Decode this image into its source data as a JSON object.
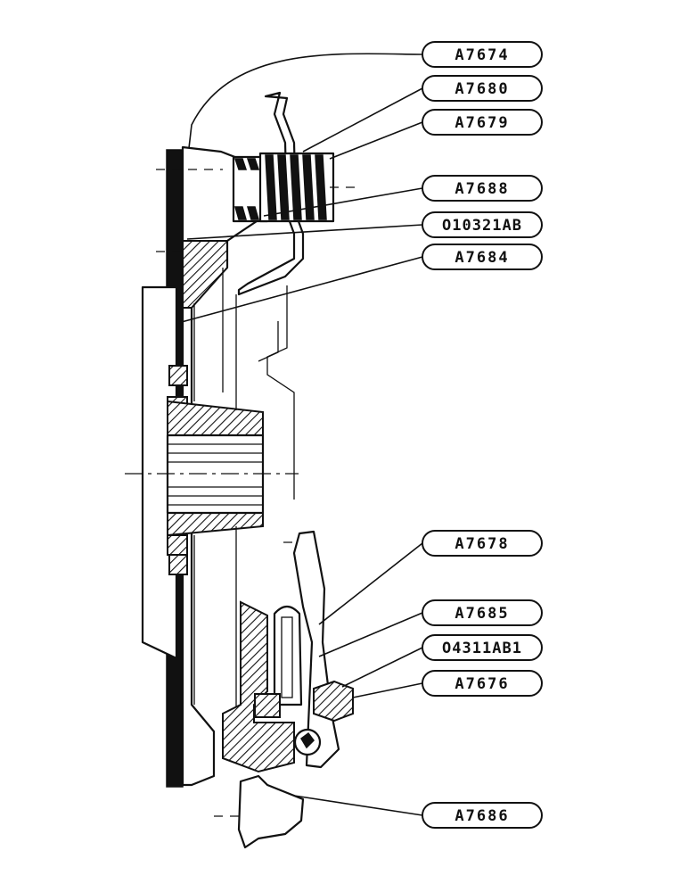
{
  "labels": [
    {
      "id": "a7674",
      "text": "A7674"
    },
    {
      "id": "a7680",
      "text": "A7680"
    },
    {
      "id": "a7679",
      "text": "A7679"
    },
    {
      "id": "a7688",
      "text": "A7688"
    },
    {
      "id": "o10321ab",
      "text": "O10321AB"
    },
    {
      "id": "a7684",
      "text": "A7684"
    },
    {
      "id": "a7678",
      "text": "A7678"
    },
    {
      "id": "a7685",
      "text": "A7685"
    },
    {
      "id": "o4311ab1",
      "text": "O4311AB1"
    },
    {
      "id": "a7676",
      "text": "A7676"
    },
    {
      "id": "a7686",
      "text": "A7686"
    }
  ]
}
